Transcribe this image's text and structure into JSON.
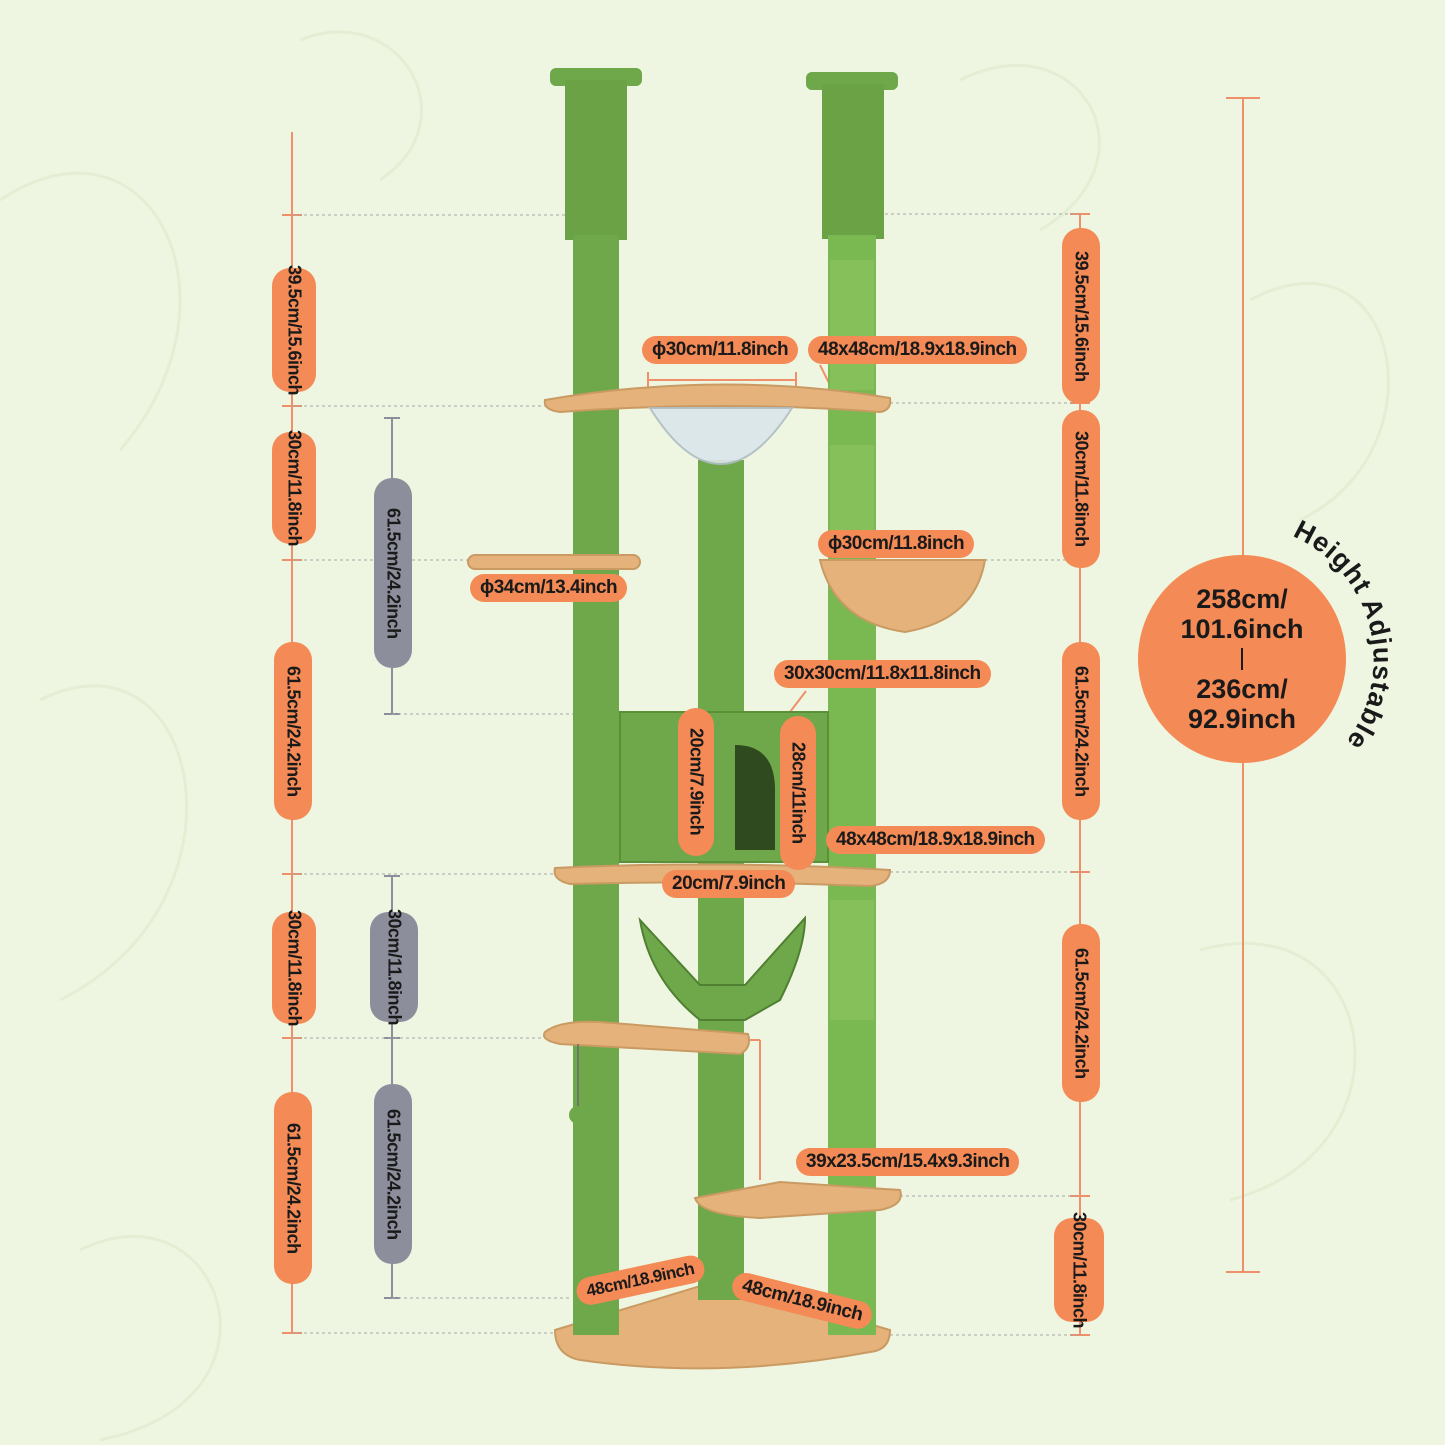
{
  "colors": {
    "background": "#eef6e2",
    "pole": "#6fa84a",
    "platform": "#e4b27a",
    "label": "#f48a55",
    "label_gray": "#8c8e9c",
    "dim_line": "#f0906a"
  },
  "height_badge": {
    "max": "258cm/\n101.6inch",
    "min": "236cm/\n92.9inch",
    "arc": "Height Adjustable"
  },
  "left_dims": [
    {
      "a": "39.5cm/",
      "b": "15.6inch"
    },
    {
      "a": "30cm/",
      "b": "11.8inch"
    },
    {
      "a": "61.5cm/24.2inch",
      "b": ""
    },
    {
      "a": "30cm/",
      "b": "11.8inch"
    },
    {
      "a": "61.5cm/24.2inch",
      "b": ""
    }
  ],
  "inner_dims": [
    {
      "a": "61.5cm/24.2inch",
      "b": ""
    },
    {
      "a": "30cm/",
      "b": "11.8inch"
    },
    {
      "a": "61.5cm/24.2inch",
      "b": ""
    }
  ],
  "right_dims": [
    {
      "a": "39.5cm/15.6inch"
    },
    {
      "a": "30cm/11.8inch"
    },
    {
      "a": "61.5cm/24.2inch"
    },
    {
      "a": "61.5cm/24.2inch"
    },
    {
      "a": "30cm/",
      "b": "11.8inch"
    }
  ],
  "labels": {
    "bowl_diameter": "ϕ30cm/11.8inch",
    "top_platform": "48x48cm/18.9x18.9inch",
    "small_platform": "ϕ34cm/13.4inch",
    "basket": "ϕ30cm/11.8inch",
    "condo_size": "30x30cm/11.8x11.8inch",
    "condo_height": "20cm/7.9inch",
    "condo_depth": "28cm/11inch",
    "mid_platform": "48x48cm/18.9x18.9inch",
    "condo_door": "20cm/7.9inch",
    "step_platform": "39x23.5cm/15.4x9.3inch",
    "base_left": "48cm/18.9inch",
    "base_right": "48cm/18.9inch"
  }
}
